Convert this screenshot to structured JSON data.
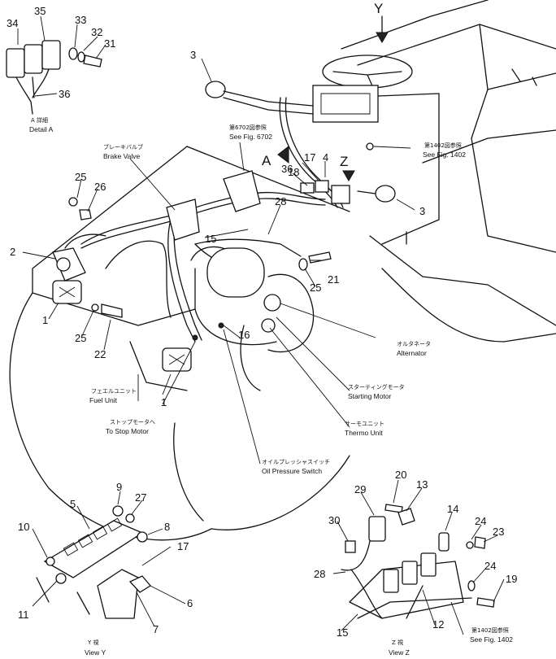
{
  "detail_a": {
    "title_jp": "A 詳細",
    "title_en": "Detail A"
  },
  "callouts": {
    "brake_valve": {
      "jp": "ブレーキバルブ",
      "en": "Brake Valve"
    },
    "see_6702": {
      "jp": "第6702図参照",
      "en": "See Fig. 6702"
    },
    "see_1402_top": {
      "jp": "第1402図参照",
      "en": "See Fig. 1402"
    },
    "see_1402_bottom": {
      "jp": "第1402図参照",
      "en": "See Fig. 1402"
    },
    "fuel_unit": {
      "jp": "フェエルユニット",
      "en": "Fuel Unit"
    },
    "stop_motor": {
      "jp": "ストップモータへ",
      "en": "To Stop Motor"
    },
    "oil_pressure": {
      "jp": "オイルプレッシャスイッチ",
      "en": "Oil Pressure Switch"
    },
    "thermo_unit": {
      "jp": "サーモユニット",
      "en": "Thermo Unit"
    },
    "starting_motor": {
      "jp": "スターティングモータ",
      "en": "Starting Motor"
    },
    "alternator": {
      "jp": "オルタネータ",
      "en": "Alternator"
    }
  },
  "view_labels": {
    "y_letter": "Y",
    "a_letter": "A",
    "z_letter": "Z",
    "view_y_jp": "Y 視",
    "view_y_en": "View Y",
    "view_z_jp": "Z 視",
    "view_z_en": "View Z"
  },
  "part_numbers": {
    "p34": "34",
    "p35": "35",
    "p33": "33",
    "p32": "32",
    "p31": "31",
    "p36a": "36",
    "p3a": "3",
    "p3b": "3",
    "p2": "2",
    "p25a": "25",
    "p26": "26",
    "p1a": "1",
    "p25b": "25",
    "p22": "22",
    "p1b": "1",
    "p15a": "15",
    "p28a": "28",
    "p18": "18",
    "p36b": "36",
    "p17a": "17",
    "p4": "4",
    "p21": "21",
    "p25c": "25",
    "p16": "16",
    "p9": "9",
    "p27": "27",
    "p5": "5",
    "p8": "8",
    "p10": "10",
    "p17b": "17",
    "p11": "11",
    "p6": "6",
    "p7": "7",
    "p20": "20",
    "p13": "13",
    "p29": "29",
    "p30": "30",
    "p14": "14",
    "p24a": "24",
    "p23": "23",
    "p24b": "24",
    "p19": "19",
    "p28b": "28",
    "p15b": "15",
    "p12": "12"
  }
}
